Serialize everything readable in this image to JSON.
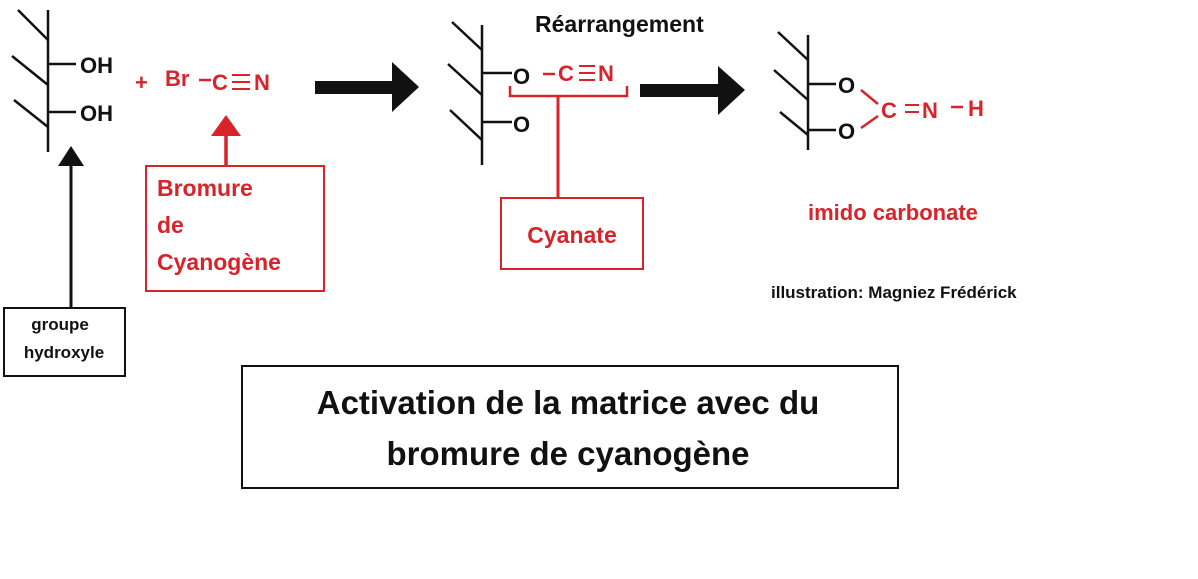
{
  "colors": {
    "black": "#111111",
    "red": "#d8232a",
    "white": "#ffffff"
  },
  "reactant": {
    "oh1": "OH",
    "oh2": "OH"
  },
  "plus": "+",
  "reagent": {
    "br": "Br",
    "c": "C",
    "n": "N"
  },
  "labels": {
    "bromure": [
      "Bromure",
      "de",
      "Cyanogène"
    ],
    "hydroxyle": [
      "groupe",
      "hydroxyle"
    ],
    "cyanate": "Cyanate",
    "imido": "imido carbonate",
    "credit": "illustration: Magniez Frédérick",
    "rearrangement": "Réarrangement"
  },
  "intermediate": {
    "o1": "O",
    "c": "C",
    "n": "N",
    "o2": "O"
  },
  "product": {
    "o1": "O",
    "o2": "O",
    "c": "C",
    "n": "N",
    "h": "H"
  },
  "title": {
    "line1": "Activation de la matrice avec du",
    "line2": "bromure de cyanogène"
  }
}
